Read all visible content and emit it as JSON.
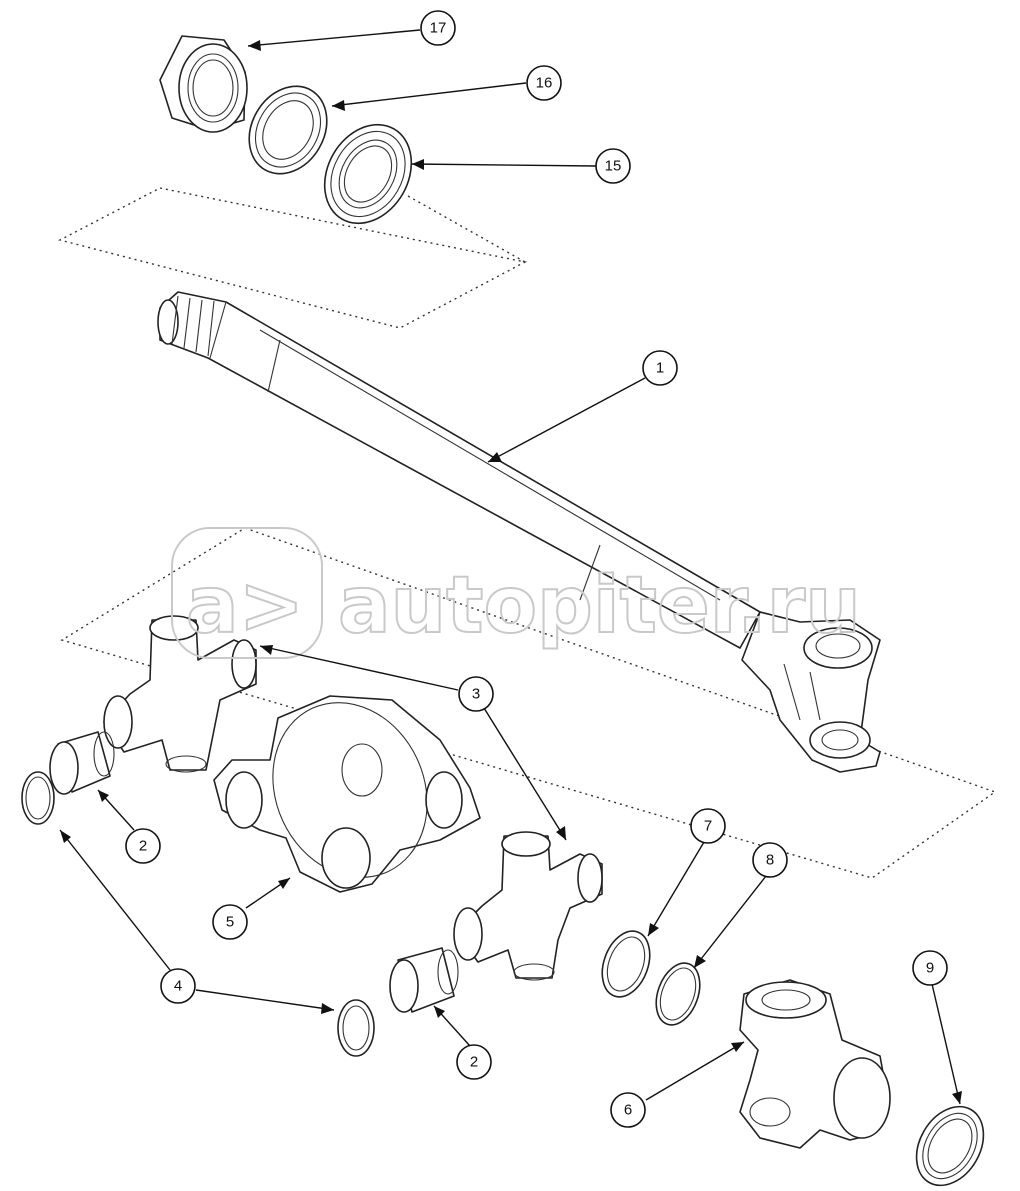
{
  "callouts": [
    {
      "id": "c17",
      "label": "17"
    },
    {
      "id": "c16",
      "label": "16"
    },
    {
      "id": "c15",
      "label": "15"
    },
    {
      "id": "c1",
      "label": "1"
    },
    {
      "id": "c3",
      "label": "3"
    },
    {
      "id": "c2a",
      "label": "2"
    },
    {
      "id": "c5",
      "label": "5"
    },
    {
      "id": "c7",
      "label": "7"
    },
    {
      "id": "c8",
      "label": "8"
    },
    {
      "id": "c4",
      "label": "4"
    },
    {
      "id": "c2b",
      "label": "2"
    },
    {
      "id": "c9",
      "label": "9"
    },
    {
      "id": "c6",
      "label": "6"
    }
  ],
  "watermark": {
    "logo": "a>",
    "text": "autopiter.ru"
  },
  "colors": {
    "line": "#222222",
    "watermark": "#c9c9c9"
  }
}
